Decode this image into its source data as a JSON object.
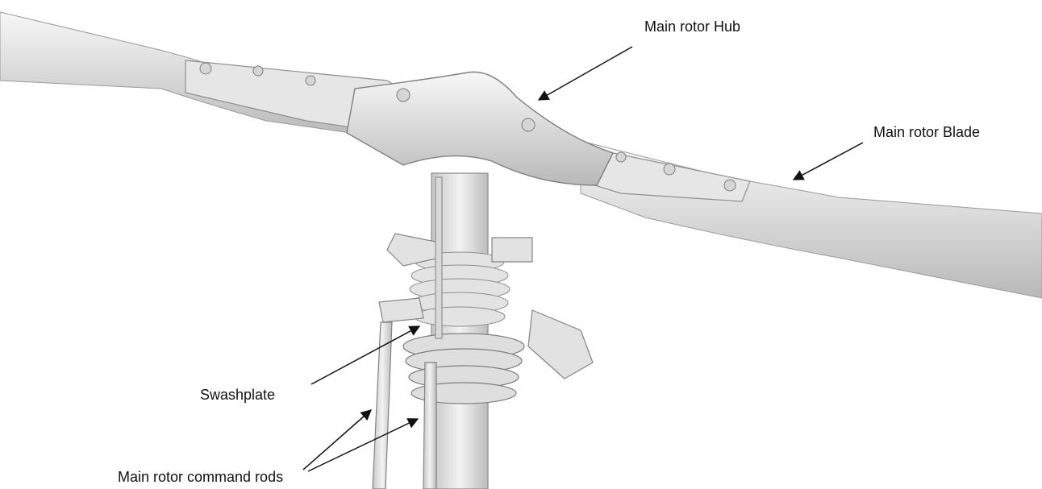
{
  "labels": {
    "hub": "Main rotor Hub",
    "blade": "Main rotor Blade",
    "swashplate": "Swashplate",
    "command_rods": "Main rotor command rods"
  }
}
